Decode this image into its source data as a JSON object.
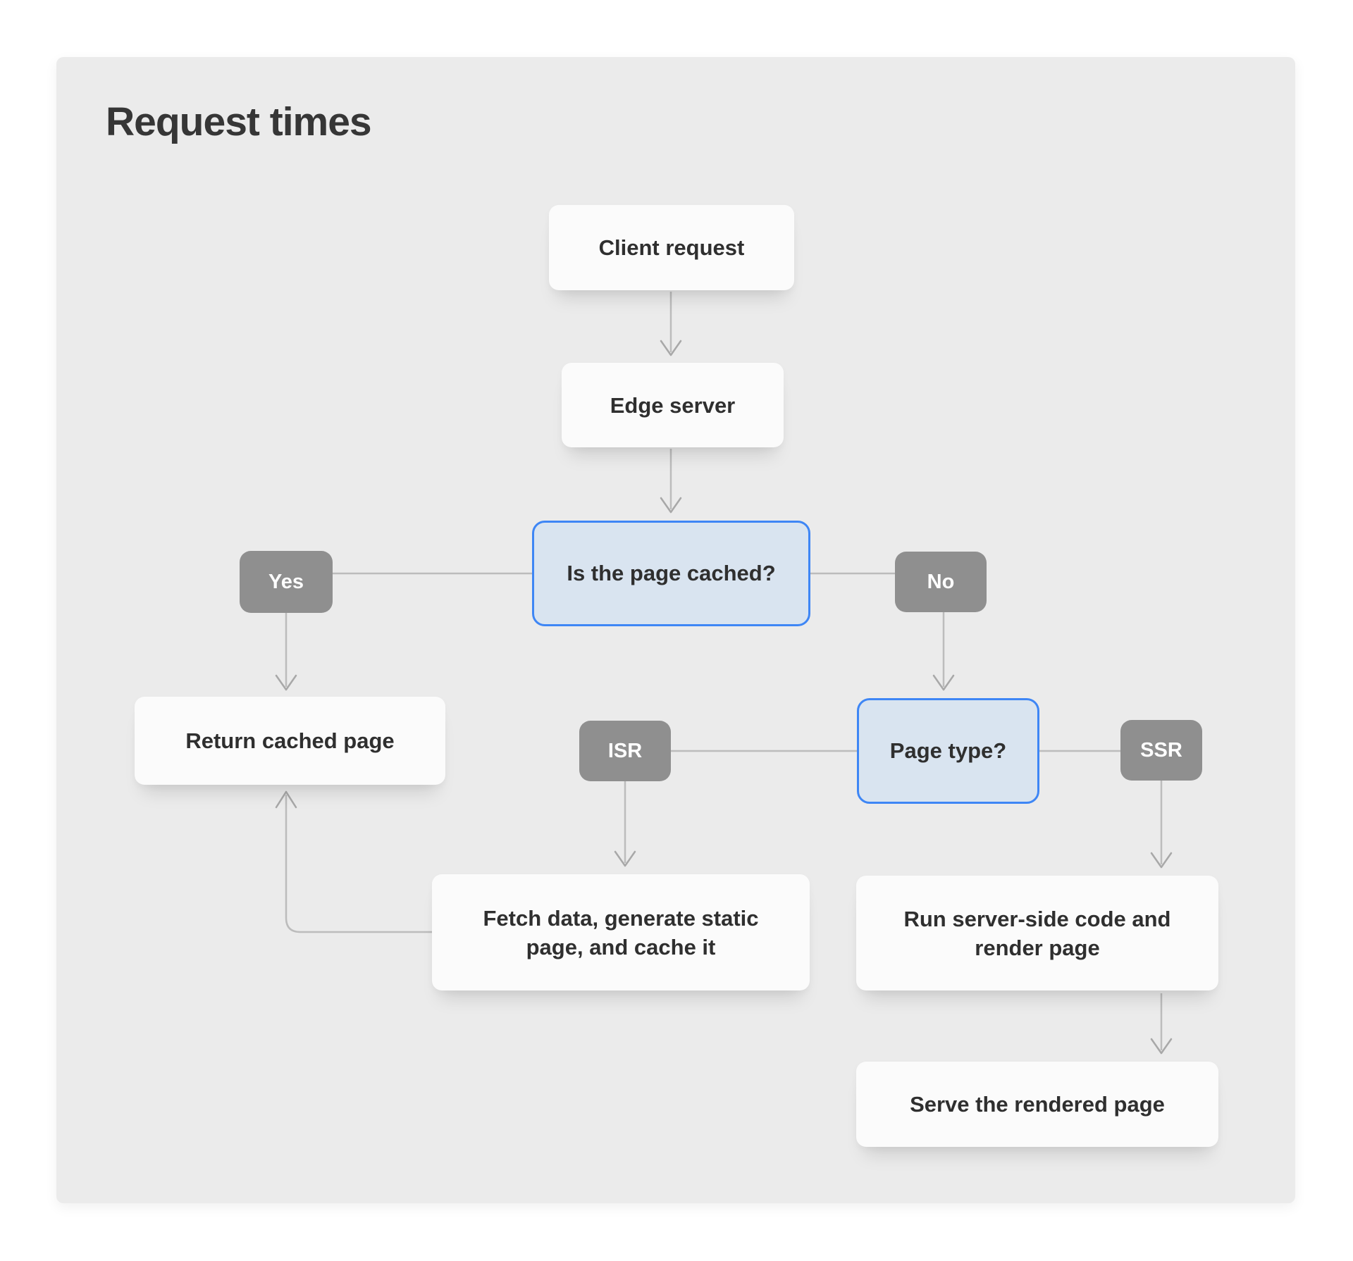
{
  "title": "Request times",
  "diagram": {
    "nodes": {
      "client_request": "Client request",
      "edge_server": "Edge server",
      "is_cached": "Is the page cached?",
      "return_cached": "Return cached page",
      "page_type": "Page type?",
      "fetch_data": "Fetch data, generate static page, and cache it",
      "run_ssr": "Run server-side code and render page",
      "serve_page": "Serve the rendered page"
    },
    "labels": {
      "yes": "Yes",
      "no": "No",
      "isr": "ISR",
      "ssr": "SSR"
    },
    "edges": [
      {
        "from": "client_request",
        "to": "edge_server"
      },
      {
        "from": "edge_server",
        "to": "is_cached"
      },
      {
        "from": "is_cached",
        "to": "return_cached",
        "label": "Yes"
      },
      {
        "from": "is_cached",
        "to": "page_type",
        "label": "No"
      },
      {
        "from": "page_type",
        "to": "fetch_data",
        "label": "ISR"
      },
      {
        "from": "page_type",
        "to": "run_ssr",
        "label": "SSR"
      },
      {
        "from": "fetch_data",
        "to": "return_cached"
      },
      {
        "from": "run_ssr",
        "to": "serve_page"
      }
    ],
    "colors": {
      "card_background": "#ebebeb",
      "node_background": "#fbfbfb",
      "decision_fill": "#d9e4f0",
      "decision_border": "#3e86f5",
      "badge_background": "#8f8f8f",
      "connector": "#bcbcbc",
      "text": "#2f2f2f"
    }
  }
}
